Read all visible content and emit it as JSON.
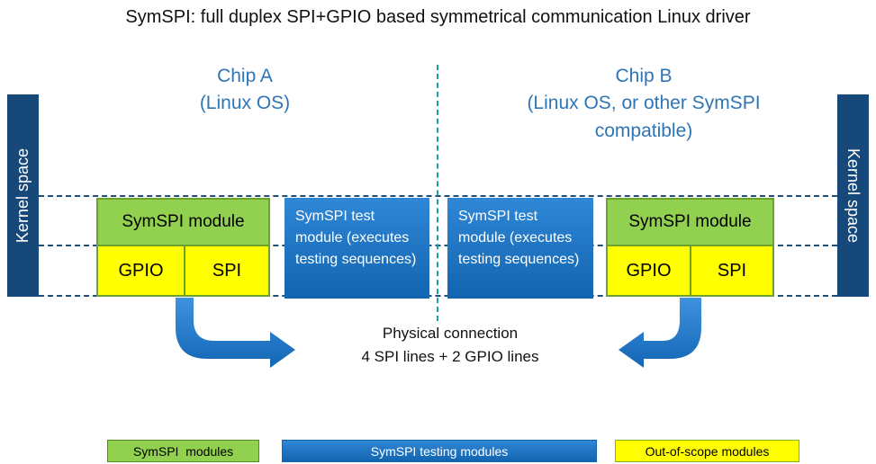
{
  "title": "SymSPI: full duplex SPI+GPIO based symmetrical communication Linux driver",
  "chip_a": {
    "name": "Chip A",
    "subtitle": "(Linux OS)"
  },
  "chip_b": {
    "name": "Chip B",
    "subtitle": "(Linux OS, or other SymSPI compatible)"
  },
  "kernel": {
    "left_label": "Kernel space",
    "right_label": "Kernel space"
  },
  "chip_a_stack": {
    "module": "SymSPI module",
    "gpio": "GPIO",
    "spi": "SPI",
    "test_module": "SymSPI test module (executes testing sequences)"
  },
  "chip_b_stack": {
    "module": "SymSPI module",
    "gpio": "GPIO",
    "spi": "SPI",
    "test_module": "SymSPI test module (executes testing sequences)"
  },
  "connection": {
    "line1": "Physical connection",
    "line2": "4 SPI lines + 2 GPIO lines"
  },
  "legend": {
    "modules": {
      "label": "SymSPI  modules",
      "color": "#92D050"
    },
    "testing": {
      "label": "SymSPI testing modules",
      "color": "#1E79C8"
    },
    "out_of_scope": {
      "label": "Out-of-scope modules",
      "color": "#FFFF00"
    }
  },
  "colors": {
    "accent_text_blue": "#2E75B6",
    "kernel_navy": "#164879",
    "dashed_navy": "#1F4E79",
    "module_green": "#92D050",
    "green_border": "#6CA12E",
    "yellow": "#FFFF00",
    "teal_dash": "#18A0A6",
    "test_blue_top": "#2F87D6",
    "test_blue_bottom": "#1264AF"
  }
}
